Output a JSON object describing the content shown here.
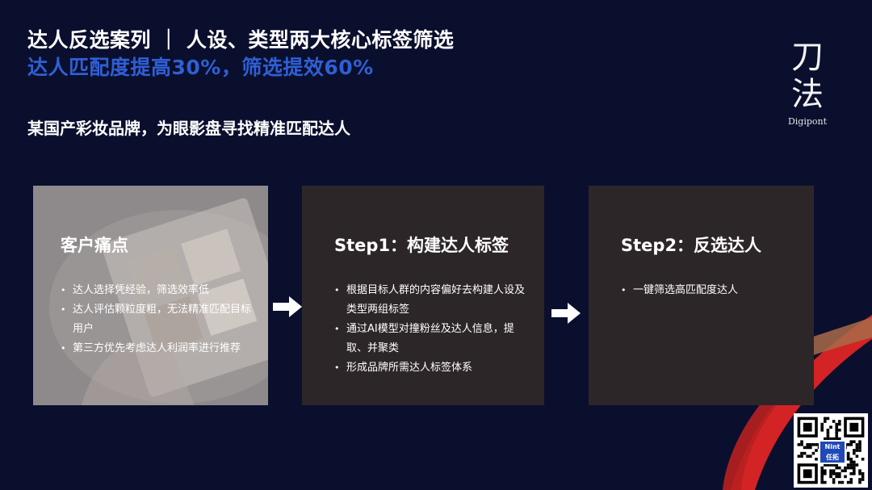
{
  "header": {
    "title_line1": "达人反选案列 ｜ 人设、类型两大核心标签筛选",
    "title_line2": "达人匹配度提高30%，筛选提效60%",
    "subtitle": "某国产彩妆品牌，为眼影盘寻找精准匹配达人"
  },
  "logo": {
    "char1": "刀",
    "char2": "法",
    "text": "Digipont"
  },
  "cards": [
    {
      "title": "客户痛点",
      "points": [
        "达人选择凭经验，筛选效率低",
        "达人评估颗粒度粗，无法精准匹配目标用户",
        "第三方优先考虑达人利润率进行推荐"
      ]
    },
    {
      "title": "Step1：构建达人标签",
      "points": [
        "根据目标人群的内容偏好去构建人设及类型两组标签",
        "通过AI模型对撞粉丝及达人信息，提取、并聚类",
        "形成品牌所需达人标签体系"
      ]
    },
    {
      "title": "Step2：反选达人",
      "points": [
        "一键筛选高匹配度达人"
      ]
    }
  ],
  "qr": {
    "badge_line1": "Nint",
    "badge_line2": "任拓"
  },
  "colors": {
    "background": "#0b0f2e",
    "accent_blue": "#2f5fd4",
    "accent_red": "#d42325",
    "card_dark": "#2d2628"
  }
}
